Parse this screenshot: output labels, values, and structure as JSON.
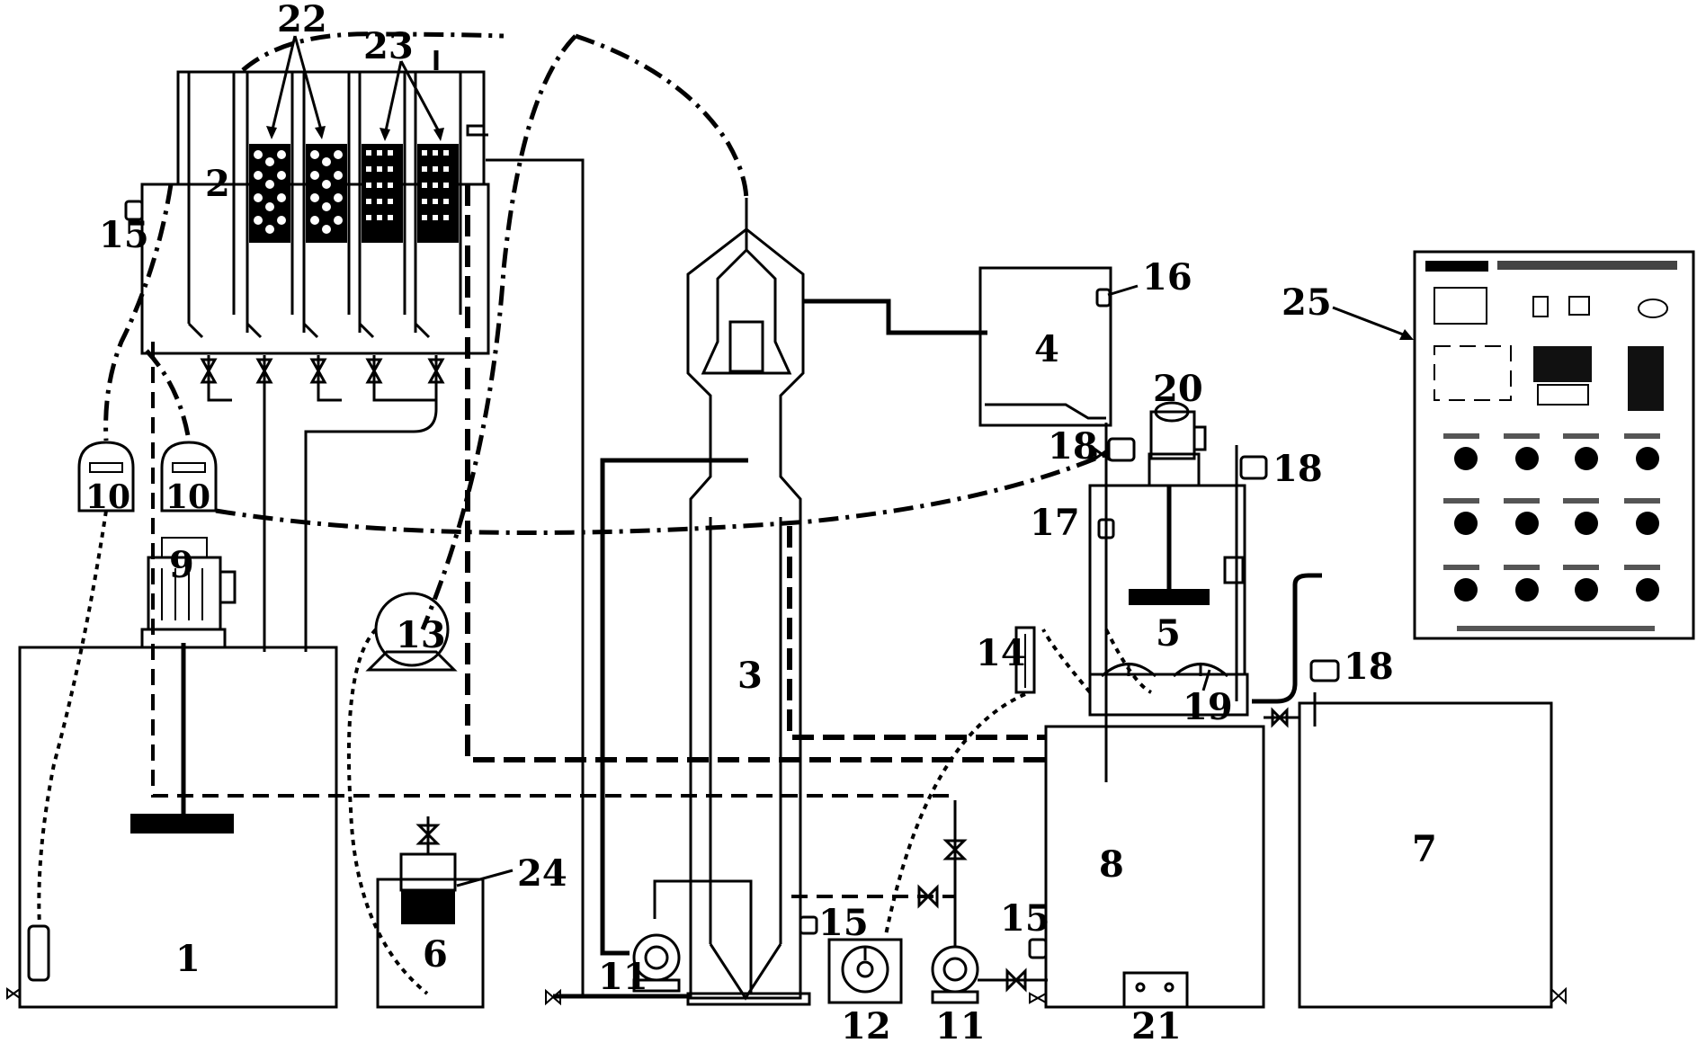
{
  "labels": {
    "tank1": "1",
    "reactor2": "2",
    "column3": "3",
    "tank4": "4",
    "tank5": "5",
    "tank6": "6",
    "tank7": "7",
    "tank8": "8",
    "motor9": "9",
    "meter10a": "10",
    "meter10b": "10",
    "pump11a": "11",
    "pump11b": "11",
    "pump12": "12",
    "blower13": "13",
    "flowmeter14": "14",
    "port15a": "15",
    "port15b": "15",
    "port15c": "15",
    "sensor16": "16",
    "sensor17": "17",
    "valve18a": "18",
    "valve18b": "18",
    "valve18c": "18",
    "dosing19": "19",
    "motor20": "20",
    "heater21": "21",
    "media22": "22",
    "media23": "23",
    "diffuser24": "24",
    "panel25": "25"
  },
  "colors": {
    "line": "#000000",
    "background": "#ffffff",
    "panel_screen": "#111111"
  }
}
